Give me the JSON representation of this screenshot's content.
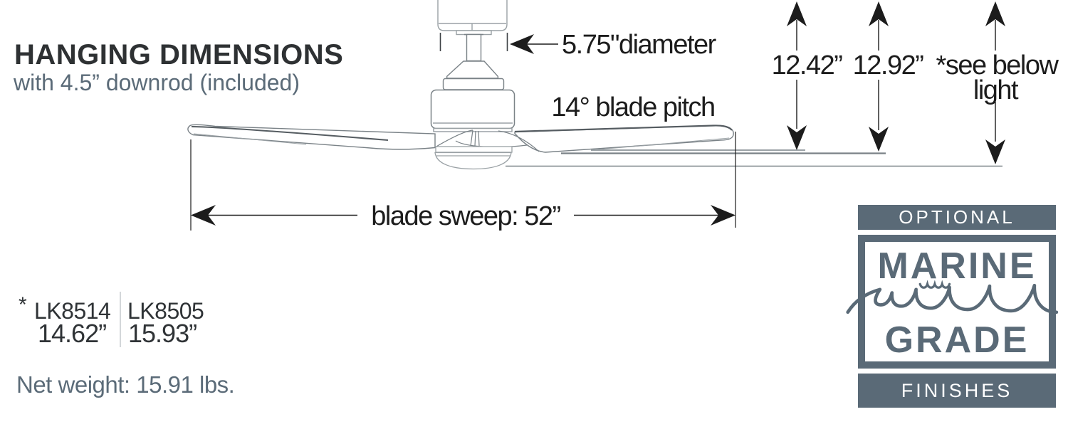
{
  "header": {
    "title": "HANGING DIMENSIONS",
    "subtitle": "with 4.5” downrod (included)"
  },
  "diagram": {
    "diameter_label": "5.75\"diameter",
    "pitch_label": "14° blade pitch",
    "sweep_label": "blade sweep: 52”",
    "measurements": {
      "m1": "12.42”",
      "m2": "12.92”",
      "m3": "*see below",
      "light": "light"
    }
  },
  "specs": {
    "marker": "*",
    "models": [
      {
        "sku": "LK8514",
        "height": "14.62”"
      },
      {
        "sku": "LK8505",
        "height": "15.93”"
      }
    ],
    "net_weight": "Net weight: 15.91 lbs."
  },
  "badge": {
    "top": "OPTIONAL",
    "line1": "MARINE",
    "line2": "GRADE",
    "bottom": "FINISHES"
  },
  "colors": {
    "slate": "#5a6a77",
    "ink": "#1c1c1c",
    "line_gray": "#9aa1a5"
  }
}
